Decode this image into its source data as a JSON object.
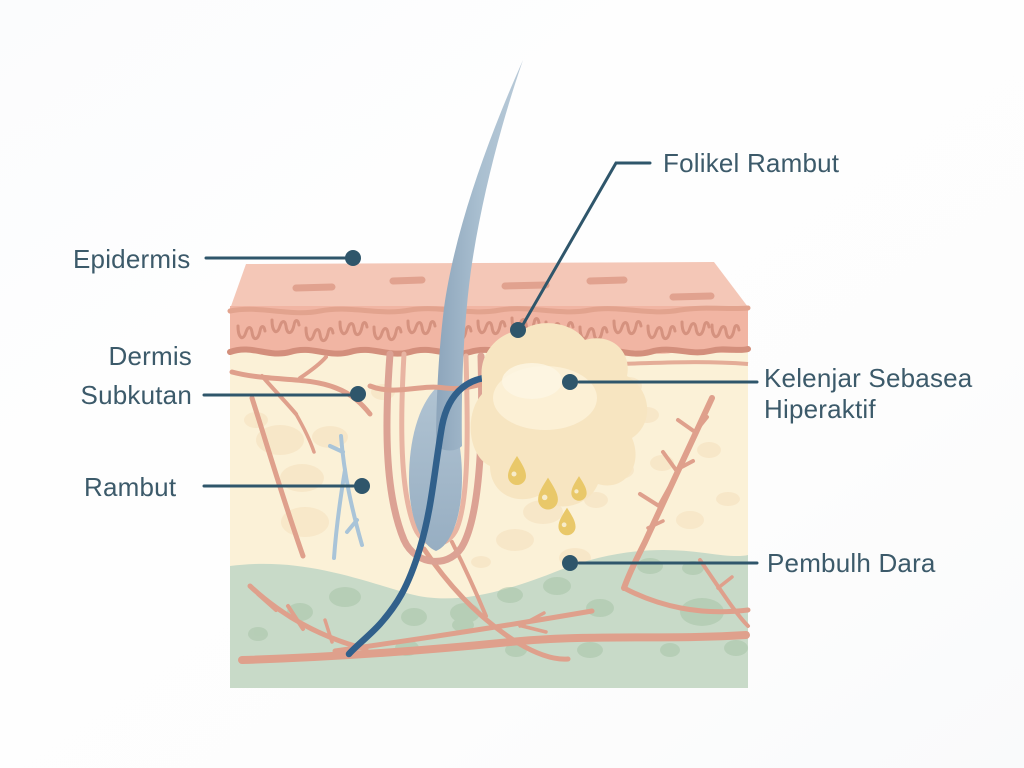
{
  "diagram": {
    "type": "skin-cross-section-anatomy",
    "language": "Indonesian",
    "labels": {
      "epidermis": "Epidermis",
      "dermis_line1": "Dermis",
      "dermis_line2": "Subkutan",
      "rambut": "Rambut",
      "folikel_rambut": "Folikel Rambut",
      "kelenjar_line1": "Kelenjar Sebasea",
      "kelenjar_line2": "Hiperaktif",
      "pembuluh_darah": "Pembulh Dara"
    },
    "colors": {
      "label_text": "#3c5a6a",
      "leader_line": "#2f566b",
      "epidermis_top_face": "#f4c7b7",
      "epidermis_front": "#f1b5a3",
      "epidermis_wave": "#d38f7c",
      "epidermis_fold_line": "#e2a38e",
      "dermis_fill": "#fbf1d7",
      "dermis_blob": "#f6e2c0",
      "vessel_pink": "#dfa08c",
      "follicle_sheath_outer": "#dca294",
      "follicle_sheath_inner": "#e8b4a2",
      "hair_shaft_light": "#b5c7d6",
      "hair_shaft_dark": "#8da5bb",
      "nerve_blue": "#31608b",
      "capillary_light_blue": "#a9c4d8",
      "gland_fill": "#f7e5c1",
      "gland_highlight": "#fcf1d7",
      "sebum_drop": "#e9c869",
      "subcutis_fill": "#c8dac8",
      "fat_blob_green": "#a9c5a9"
    }
  }
}
